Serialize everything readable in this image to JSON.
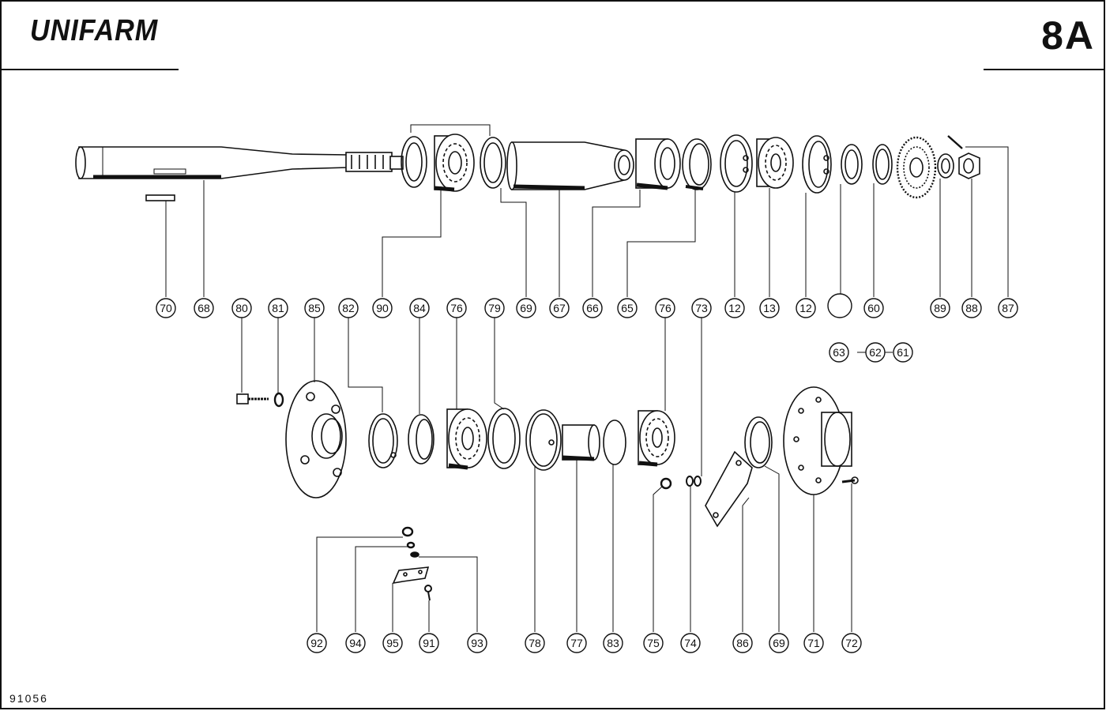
{
  "header": {
    "brand": "UNIFARM",
    "plate": "8A"
  },
  "footer": {
    "drawing_number": "91056"
  },
  "callouts_top": [
    "70",
    "68",
    "80",
    "81",
    "85",
    "82",
    "90",
    "84",
    "76",
    "79",
    "69",
    "67",
    "66",
    "65",
    "76",
    "73",
    "12",
    "13",
    "12",
    "60",
    "89",
    "88",
    "87"
  ],
  "callouts_sub": [
    "63",
    "62",
    "61"
  ],
  "callouts_bottom": [
    "92",
    "94",
    "95",
    "91",
    "93",
    "78",
    "77",
    "83",
    "75",
    "74",
    "86",
    "69",
    "71",
    "72"
  ]
}
